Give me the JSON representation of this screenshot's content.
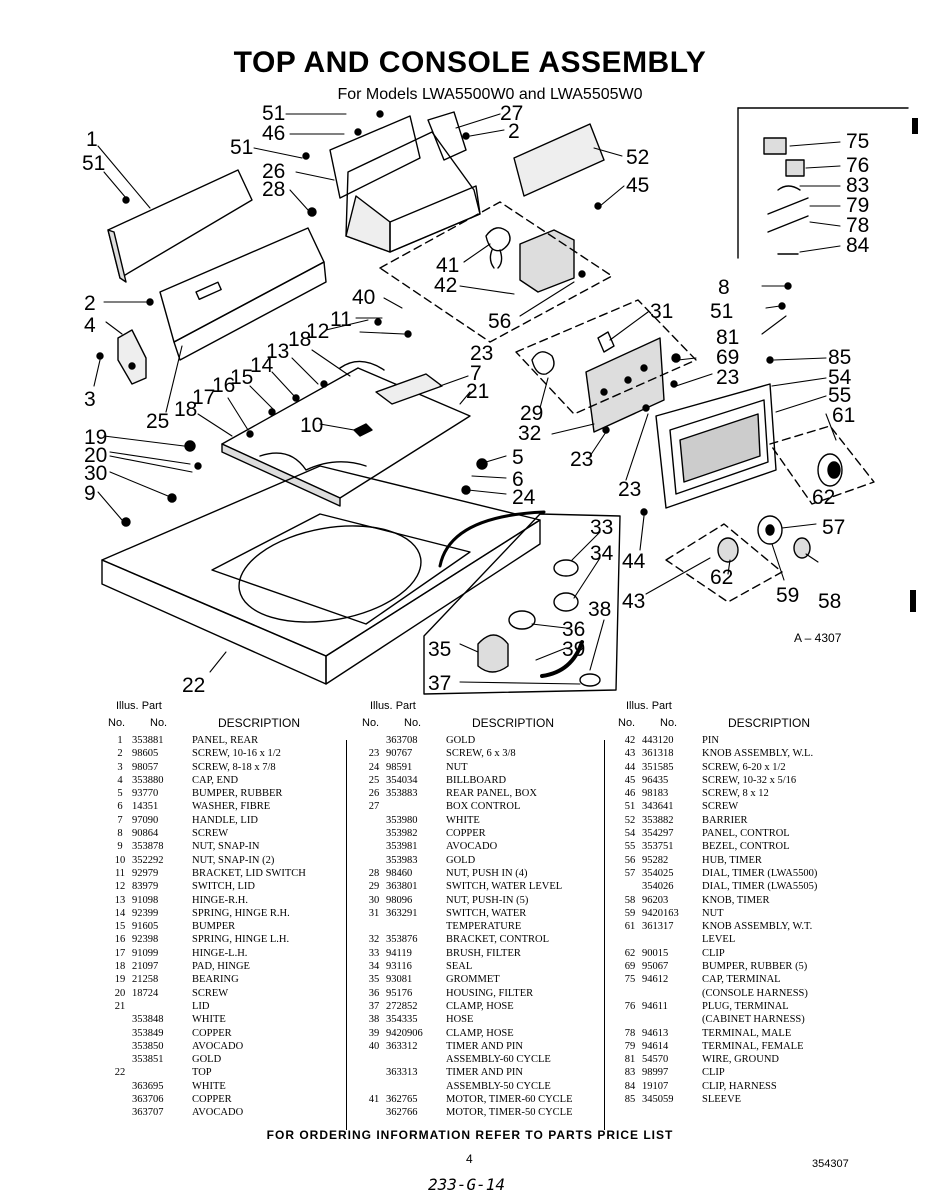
{
  "title": "TOP AND CONSOLE ASSEMBLY",
  "subtitle": "For Models LWA5500W0 and LWA5505W0",
  "figure_ref": "A – 4307",
  "callouts": {
    "c1": "1",
    "c2a": "2",
    "c2b": "2",
    "c3": "3",
    "c4": "4",
    "c5": "5",
    "c6": "6",
    "c7": "7",
    "c8": "8",
    "c9": "9",
    "c10": "10",
    "c11": "11",
    "c12": "12",
    "c13": "13",
    "c14": "14",
    "c15": "15",
    "c16": "16",
    "c17": "17",
    "c18a": "18",
    "c18b": "18",
    "c19": "19",
    "c20": "20",
    "c21": "21",
    "c22": "22",
    "c23a": "23",
    "c23b": "23",
    "c23c": "23",
    "c23d": "23",
    "c24": "24",
    "c25": "25",
    "c26": "26",
    "c27": "27",
    "c28": "28",
    "c29": "29",
    "c30": "30",
    "c31": "31",
    "c32": "32",
    "c33": "33",
    "c34": "34",
    "c35": "35",
    "c36": "36",
    "c37": "37",
    "c38": "38",
    "c39": "39",
    "c40": "40",
    "c41": "41",
    "c42": "42",
    "c43": "43",
    "c44": "44",
    "c45": "45",
    "c46": "46",
    "c51a": "51",
    "c51b": "51",
    "c51c": "51",
    "c51d": "51",
    "c52": "52",
    "c54": "54",
    "c55": "55",
    "c56": "56",
    "c57": "57",
    "c58": "58",
    "c59": "59",
    "c61": "61",
    "c62a": "62",
    "c62b": "62",
    "c69": "69",
    "c75": "75",
    "c76": "76",
    "c78": "78",
    "c79": "79",
    "c81": "81",
    "c83": "83",
    "c84": "84",
    "c85": "85"
  },
  "table_headers": {
    "illus": "Illus.",
    "part": "Part",
    "no": "No.",
    "no2": "No.",
    "description": "DESCRIPTION"
  },
  "parts_col1": [
    {
      "no": "1",
      "part": "353881",
      "desc": "PANEL, REAR"
    },
    {
      "no": "2",
      "part": "98605",
      "desc": "SCREW, 10-16 x 1/2"
    },
    {
      "no": "3",
      "part": "98057",
      "desc": "SCREW, 8-18 x 7/8"
    },
    {
      "no": "4",
      "part": "353880",
      "desc": "CAP, END"
    },
    {
      "no": "5",
      "part": "93770",
      "desc": "BUMPER, RUBBER"
    },
    {
      "no": "6",
      "part": "14351",
      "desc": "WASHER, FIBRE"
    },
    {
      "no": "7",
      "part": "97090",
      "desc": "HANDLE, LID"
    },
    {
      "no": "8",
      "part": "90864",
      "desc": "SCREW"
    },
    {
      "no": "9",
      "part": "353878",
      "desc": "NUT, SNAP-IN"
    },
    {
      "no": "10",
      "part": "352292",
      "desc": "NUT, SNAP-IN (2)"
    },
    {
      "no": "11",
      "part": "92979",
      "desc": "BRACKET, LID SWITCH"
    },
    {
      "no": "12",
      "part": "83979",
      "desc": "SWITCH, LID"
    },
    {
      "no": "13",
      "part": "91098",
      "desc": "HINGE-R.H."
    },
    {
      "no": "14",
      "part": "92399",
      "desc": "SPRING, HINGE R.H."
    },
    {
      "no": "15",
      "part": "91605",
      "desc": "BUMPER"
    },
    {
      "no": "16",
      "part": "92398",
      "desc": "SPRING, HINGE L.H."
    },
    {
      "no": "17",
      "part": "91099",
      "desc": "HINGE-L.H."
    },
    {
      "no": "18",
      "part": "21097",
      "desc": "PAD, HINGE"
    },
    {
      "no": "19",
      "part": "21258",
      "desc": "BEARING"
    },
    {
      "no": "20",
      "part": "18724",
      "desc": "SCREW"
    },
    {
      "no": "21",
      "part": "",
      "desc": "LID"
    },
    {
      "no": "",
      "part": "353848",
      "desc": "WHITE"
    },
    {
      "no": "",
      "part": "353849",
      "desc": "COPPER"
    },
    {
      "no": "",
      "part": "353850",
      "desc": "AVOCADO"
    },
    {
      "no": "",
      "part": "353851",
      "desc": "GOLD"
    },
    {
      "no": "22",
      "part": "",
      "desc": "TOP"
    },
    {
      "no": "",
      "part": "363695",
      "desc": "WHITE"
    },
    {
      "no": "",
      "part": "363706",
      "desc": "COPPER"
    },
    {
      "no": "",
      "part": "363707",
      "desc": "AVOCADO"
    }
  ],
  "parts_col2": [
    {
      "no": "",
      "part": "363708",
      "desc": "GOLD"
    },
    {
      "no": "23",
      "part": "90767",
      "desc": "SCREW, 6 x 3/8"
    },
    {
      "no": "24",
      "part": "98591",
      "desc": "NUT"
    },
    {
      "no": "25",
      "part": "354034",
      "desc": "BILLBOARD"
    },
    {
      "no": "26",
      "part": "353883",
      "desc": "REAR PANEL, BOX"
    },
    {
      "no": "27",
      "part": "",
      "desc": "BOX CONTROL"
    },
    {
      "no": "",
      "part": "353980",
      "desc": "WHITE"
    },
    {
      "no": "",
      "part": "353982",
      "desc": "COPPER"
    },
    {
      "no": "",
      "part": "353981",
      "desc": "AVOCADO"
    },
    {
      "no": "",
      "part": "353983",
      "desc": "GOLD"
    },
    {
      "no": "28",
      "part": "98460",
      "desc": "NUT, PUSH IN (4)"
    },
    {
      "no": "29",
      "part": "363801",
      "desc": "SWITCH, WATER LEVEL"
    },
    {
      "no": "30",
      "part": "98096",
      "desc": "NUT, PUSH-IN (5)"
    },
    {
      "no": "31",
      "part": "363291",
      "desc": "SWITCH, WATER"
    },
    {
      "no": "",
      "part": "",
      "desc": "TEMPERATURE"
    },
    {
      "no": "32",
      "part": "353876",
      "desc": "BRACKET, CONTROL"
    },
    {
      "no": "33",
      "part": "94119",
      "desc": "BRUSH, FILTER"
    },
    {
      "no": "34",
      "part": "93116",
      "desc": "SEAL"
    },
    {
      "no": "35",
      "part": "93081",
      "desc": "GROMMET"
    },
    {
      "no": "36",
      "part": "95176",
      "desc": "HOUSING, FILTER"
    },
    {
      "no": "37",
      "part": "272852",
      "desc": "CLAMP, HOSE"
    },
    {
      "no": "38",
      "part": "354335",
      "desc": "HOSE"
    },
    {
      "no": "39",
      "part": "9420906",
      "desc": "CLAMP, HOSE"
    },
    {
      "no": "40",
      "part": "363312",
      "desc": "TIMER AND PIN"
    },
    {
      "no": "",
      "part": "",
      "desc": "ASSEMBLY-60 CYCLE"
    },
    {
      "no": "",
      "part": "363313",
      "desc": "TIMER AND PIN"
    },
    {
      "no": "",
      "part": "",
      "desc": "ASSEMBLY-50 CYCLE"
    },
    {
      "no": "41",
      "part": "362765",
      "desc": "MOTOR, TIMER-60 CYCLE"
    },
    {
      "no": "",
      "part": "362766",
      "desc": "MOTOR, TIMER-50 CYCLE"
    }
  ],
  "parts_col3": [
    {
      "no": "42",
      "part": "443120",
      "desc": "PIN"
    },
    {
      "no": "43",
      "part": "361318",
      "desc": "KNOB ASSEMBLY, W.L."
    },
    {
      "no": "44",
      "part": "351585",
      "desc": "SCREW, 6-20 x 1/2"
    },
    {
      "no": "45",
      "part": "96435",
      "desc": "SCREW, 10-32 x 5/16"
    },
    {
      "no": "46",
      "part": "98183",
      "desc": "SCREW, 8 x 12"
    },
    {
      "no": "51",
      "part": "343641",
      "desc": "SCREW"
    },
    {
      "no": "52",
      "part": "353882",
      "desc": "BARRIER"
    },
    {
      "no": "54",
      "part": "354297",
      "desc": "PANEL, CONTROL"
    },
    {
      "no": "55",
      "part": "353751",
      "desc": "BEZEL, CONTROL"
    },
    {
      "no": "56",
      "part": "95282",
      "desc": "HUB, TIMER"
    },
    {
      "no": "57",
      "part": "354025",
      "desc": "DIAL, TIMER (LWA5500)"
    },
    {
      "no": "",
      "part": "354026",
      "desc": "DIAL, TIMER (LWA5505)"
    },
    {
      "no": "58",
      "part": "96203",
      "desc": "KNOB, TIMER"
    },
    {
      "no": "59",
      "part": "9420163",
      "desc": "NUT"
    },
    {
      "no": "61",
      "part": "361317",
      "desc": "KNOB ASSEMBLY, W.T."
    },
    {
      "no": "",
      "part": "",
      "desc": "LEVEL"
    },
    {
      "no": "62",
      "part": "90015",
      "desc": "CLIP"
    },
    {
      "no": "69",
      "part": "95067",
      "desc": "BUMPER, RUBBER (5)"
    },
    {
      "no": "75",
      "part": "94612",
      "desc": "CAP, TERMINAL"
    },
    {
      "no": "",
      "part": "",
      "desc": "(CONSOLE HARNESS)"
    },
    {
      "no": "76",
      "part": "94611",
      "desc": "PLUG, TERMINAL"
    },
    {
      "no": "",
      "part": "",
      "desc": "(CABINET HARNESS)"
    },
    {
      "no": "78",
      "part": "94613",
      "desc": "TERMINAL, MALE"
    },
    {
      "no": "79",
      "part": "94614",
      "desc": "TERMINAL, FEMALE"
    },
    {
      "no": "81",
      "part": "54570",
      "desc": "WIRE, GROUND"
    },
    {
      "no": "83",
      "part": "98997",
      "desc": "CLIP"
    },
    {
      "no": "84",
      "part": "19107",
      "desc": "CLIP, HARNESS"
    },
    {
      "no": "85",
      "part": "345059",
      "desc": "SLEEVE"
    }
  ],
  "footer_note": "FOR ORDERING INFORMATION REFER TO PARTS PRICE LIST",
  "page_number": "4",
  "doc_number": "354307",
  "handwritten_number": "233-G-14"
}
